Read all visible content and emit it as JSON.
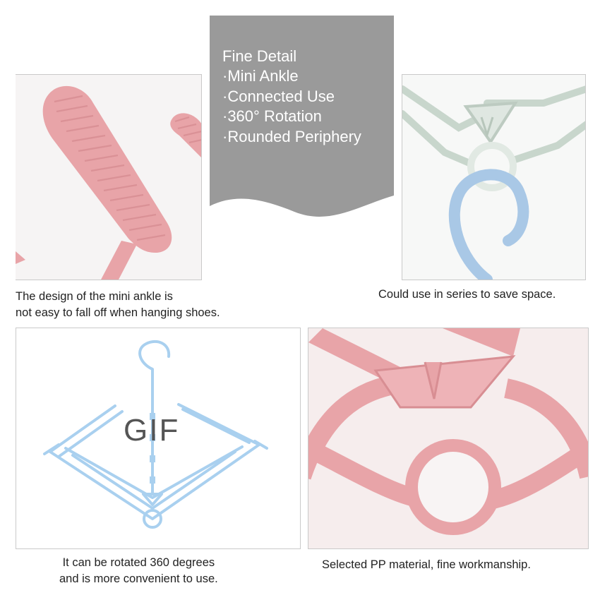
{
  "features": {
    "title": "Fine Detail",
    "items": [
      "·Mini Ankle",
      "·Connected Use",
      "·360° Rotation",
      "·Rounded Periphery"
    ]
  },
  "captions": {
    "ankle_line1": "The design of the mini ankle is",
    "ankle_line2": "not easy to fall off when hanging shoes.",
    "series": "Could use in series to save space.",
    "rotate_line1": "It can be rotated 360 degrees",
    "rotate_line2": "and is more convenient to use.",
    "material": "Selected PP material, fine workmanship."
  },
  "gif_label": "GIF",
  "colors": {
    "pink": "#e8a4a8",
    "pink_dark": "#d88e93",
    "mint": "#c8d6cc",
    "blue": "#a9c8e6",
    "gray": "#9a9a9a"
  }
}
